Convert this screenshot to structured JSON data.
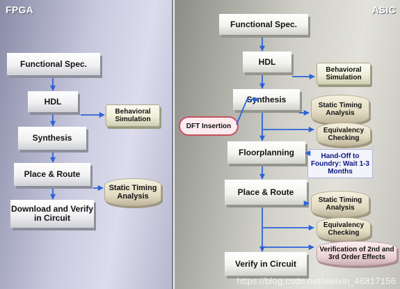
{
  "fpga": {
    "title": "FPGA",
    "steps": [
      "Functional Spec.",
      "HDL",
      "Synthesis",
      "Place & Route",
      "Download and Verify in Circuit"
    ],
    "behavioral_simulation": "Behavioral Simulation",
    "static_timing": "Static Timing Analysis"
  },
  "asic": {
    "title": "ASIC",
    "steps": [
      "Functional Spec.",
      "HDL",
      "Synthesis",
      "Floorplanning",
      "Place & Route",
      "Verify in Circuit"
    ],
    "behavioral_simulation": "Behavioral Simulation",
    "dft_insertion": "DFT Insertion",
    "static_timing_1": "Static Timing Analysis",
    "equivalency_1": "Equivalency Checking",
    "handoff": "Hand-Off to Foundry: Wait 1-3 Months",
    "static_timing_2": "Static Timing Analysis",
    "equivalency_2": "Equivalency Checking",
    "verification_effects": "Verification of 2nd and 3rd Order Effects"
  },
  "watermark": "https://blog.csdn.net/weixin_46817156",
  "colors": {
    "fpga_panel": "#c9cadf",
    "asic_panel": "#cfcfc8",
    "arrow": "#2d62d8",
    "dft_border": "#c8505f",
    "handoff_text": "#0b1680",
    "cylinder": "#e3dcc3",
    "cylinder_pink": "#eed4d9"
  }
}
